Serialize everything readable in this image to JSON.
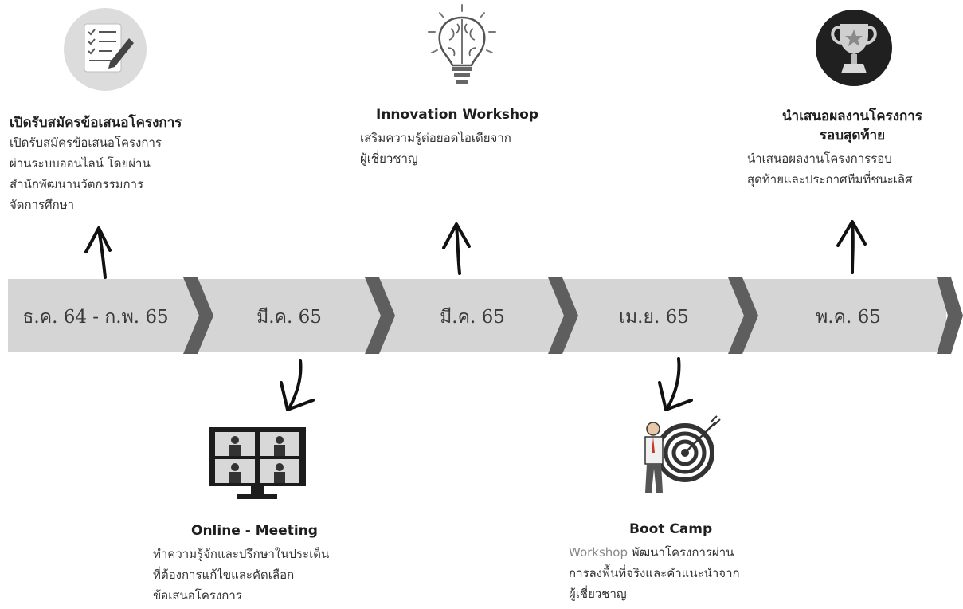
{
  "timeline": {
    "segments": [
      {
        "label": "ธ.ค. 64 - ก.พ. 65"
      },
      {
        "label": "มี.ค. 65"
      },
      {
        "label": "มี.ค. 65"
      },
      {
        "label": "เม.ย. 65"
      },
      {
        "label": "พ.ค. 65"
      }
    ]
  },
  "events_top": [
    {
      "title": "เปิดรับสมัครข้อเสนอโครงการ",
      "lines": [
        "เปิดรับสมัครข้อเสนอโครงการ",
        "ผ่านระบบออนไลน์ โดยผ่าน",
        "สำนักพัฒนานวัตกรรมการ",
        "จัดการศึกษา"
      ],
      "icon": "checklist-icon"
    },
    {
      "title": "Innovation Workshop",
      "lines": [
        "เสริมความรู้ต่อยอดไอเดียจาก",
        "ผู้เชี่ยวชาญ"
      ],
      "icon": "brain-bulb-icon"
    },
    {
      "title_lines": [
        "นำเสนอผลงานโครงการ",
        "รอบสุดท้าย"
      ],
      "lines": [
        "นำเสนอผลงานโครงการรอบ",
        "สุดท้ายและประกาศทีมที่ชนะเลิศ"
      ],
      "icon": "trophy-icon"
    }
  ],
  "events_bottom": [
    {
      "title": "Online - Meeting",
      "lines": [
        "ทำความรู้จักและปรึกษาในประเด็น",
        "ที่ต้องการแก้ไขและคัดเลือก",
        "ข้อเสนอโครงการ"
      ],
      "icon": "video-meeting-icon"
    },
    {
      "title": "Boot Camp",
      "line1_prefix": "Workshop",
      "line1_rest": " พัฒนาโครงการผ่าน",
      "lines": [
        "การลงพื้นที่จริงและคำแนะนำจาก",
        "ผู้เชี่ยวชาญ"
      ],
      "icon": "target-icon"
    }
  ],
  "colors": {
    "band": "#d5d5d5",
    "chevron": "#5e5e5e",
    "text": "#333333"
  }
}
